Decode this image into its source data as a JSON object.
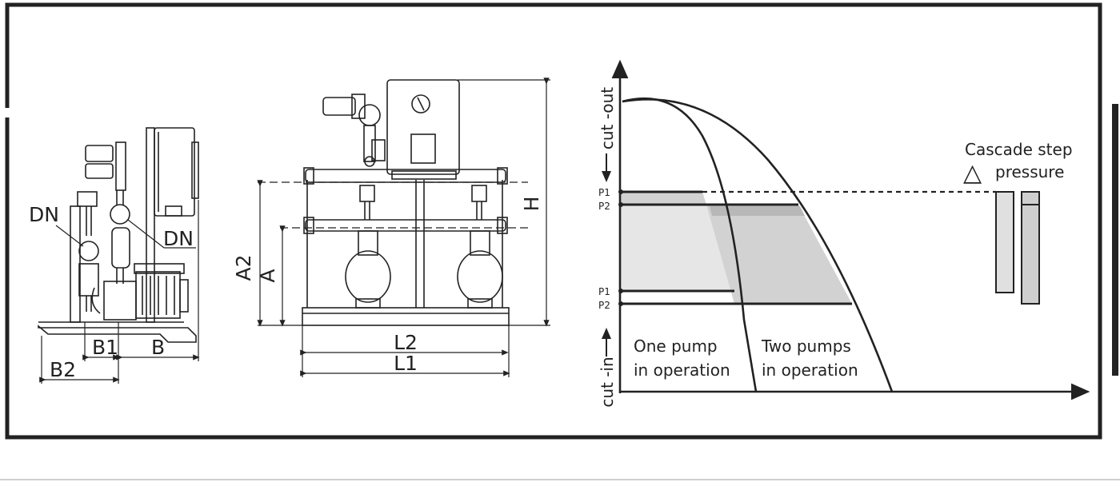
{
  "side_view": {
    "labels": {
      "dn_left": "DN",
      "dn_right": "DN",
      "b1": "B1",
      "b": "B",
      "b2": "B2"
    }
  },
  "front_view": {
    "labels": {
      "a2": "A2",
      "a": "A",
      "h": "H",
      "l2": "L2",
      "l1": "L1"
    }
  },
  "pressure_chart": {
    "y_label_top": "cut -out",
    "y_label_bottom": "cut -in",
    "p1_upper": "P1",
    "p2_upper": "P2",
    "p1_lower": "P1",
    "p2_lower": "P2",
    "cascade_title": "Cascade step",
    "cascade_symbol": "△",
    "cascade_sub": "pressure",
    "one_pump_line1": "One pump",
    "one_pump_line2": "in operation",
    "two_pumps_line1": "Two pumps",
    "two_pumps_line2": "in operation"
  },
  "colors": {
    "line": "#222222",
    "shade_light": "#e6e6e6",
    "shade_mid": "#d2d2d2",
    "shade_dark": "#b8b8b8",
    "cascade_bar": "#e0e0e0",
    "cascade_bar_dark": "#cfcfcf"
  }
}
